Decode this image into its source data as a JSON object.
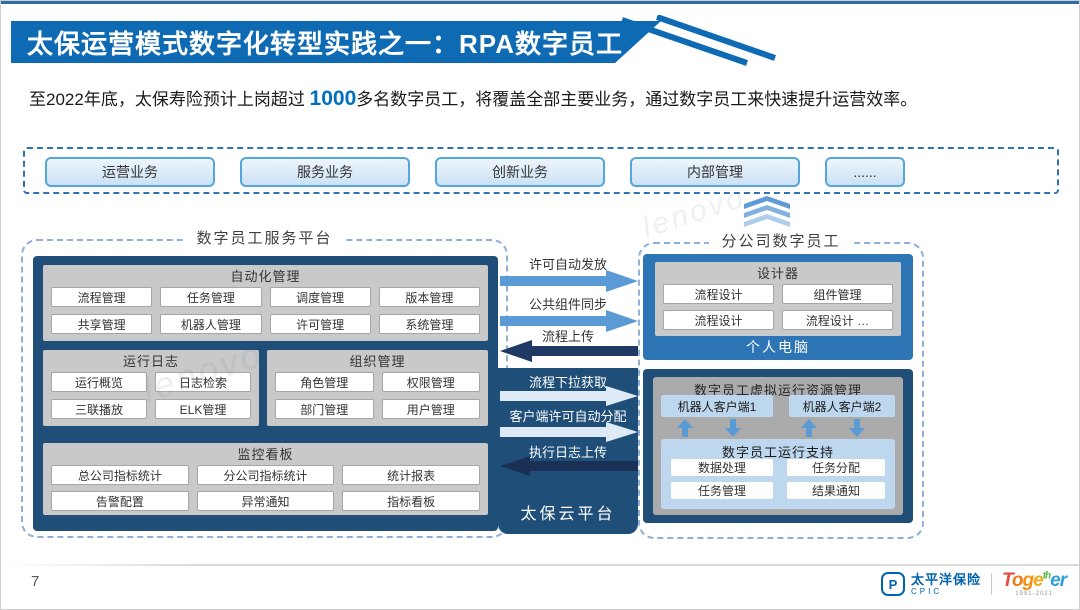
{
  "header": {
    "title": "太保运营模式数字化转型实践之一：RPA数字员工"
  },
  "intro": {
    "prefix": "至2022年底，太保寿险预计上岗超过 ",
    "highlight": "1000",
    "suffix": "多名数字员工，将覆盖全部主要业务，通过数字员工来快速提升运营效率。"
  },
  "business_bar": {
    "items": [
      "运营业务",
      "服务业务",
      "创新业务",
      "内部管理",
      "......"
    ]
  },
  "platform": {
    "title": "数字员工服务平台",
    "sections": [
      {
        "name": "自动化管理",
        "items": [
          "流程管理",
          "任务管理",
          "调度管理",
          "版本管理",
          "共享管理",
          "机器人管理",
          "许可管理",
          "系统管理"
        ]
      },
      {
        "name": "运行日志",
        "items": [
          "运行概览",
          "日志检索",
          "三联播放",
          "ELK管理"
        ]
      },
      {
        "name": "组织管理",
        "items": [
          "角色管理",
          "权限管理",
          "部门管理",
          "用户管理"
        ]
      },
      {
        "name": "监控看板",
        "items": [
          "总公司指标统计",
          "分公司指标统计",
          "统计报表",
          "告警配置",
          "异常通知",
          "指标看板"
        ]
      }
    ]
  },
  "flows": {
    "upper": [
      "许可自动发放",
      "公共组件同步",
      "流程上传"
    ],
    "lower": [
      "流程下拉获取",
      "客户端许可自动分配",
      "执行日志上传"
    ],
    "cloud_label": "太保云平台"
  },
  "branch": {
    "title": "分公司数字员工",
    "designer": {
      "name": "设计器",
      "items": [
        "流程设计",
        "组件管理",
        "流程设计",
        "流程设计 …"
      ],
      "device": "个人电脑"
    },
    "vm": {
      "name": "数字员工虚拟运行资源管理",
      "clients": [
        "机器人客户端1",
        "机器人客户端2"
      ],
      "support": {
        "name": "数字员工运行支持",
        "items": [
          "数据处理",
          "任务分配",
          "任务管理",
          "结果通知"
        ]
      }
    }
  },
  "footer": {
    "page_number": "7",
    "cpic_name": "太平洋保险",
    "cpic_abbr": "CPIC",
    "cpic_mark": "P",
    "together": {
      "l1": "T",
      "l2": "o",
      "l3": "g",
      "l4": "e",
      "sup": "th",
      "tail": "er",
      "sub": "1991-2021"
    }
  },
  "watermark": "lenovo",
  "colors": {
    "brand_blue": "#0F6AB4",
    "navy": "#1F4E79",
    "mid_blue": "#2E75B6",
    "arrow_light": "#5B9BD5",
    "arrow_dark": "#1F3864",
    "arrow_white": "#DEEBF7",
    "light_blue_fill": "#BDD7EE",
    "section_gray": "#C9C9C9",
    "highlight_blue": "#0070C0"
  }
}
